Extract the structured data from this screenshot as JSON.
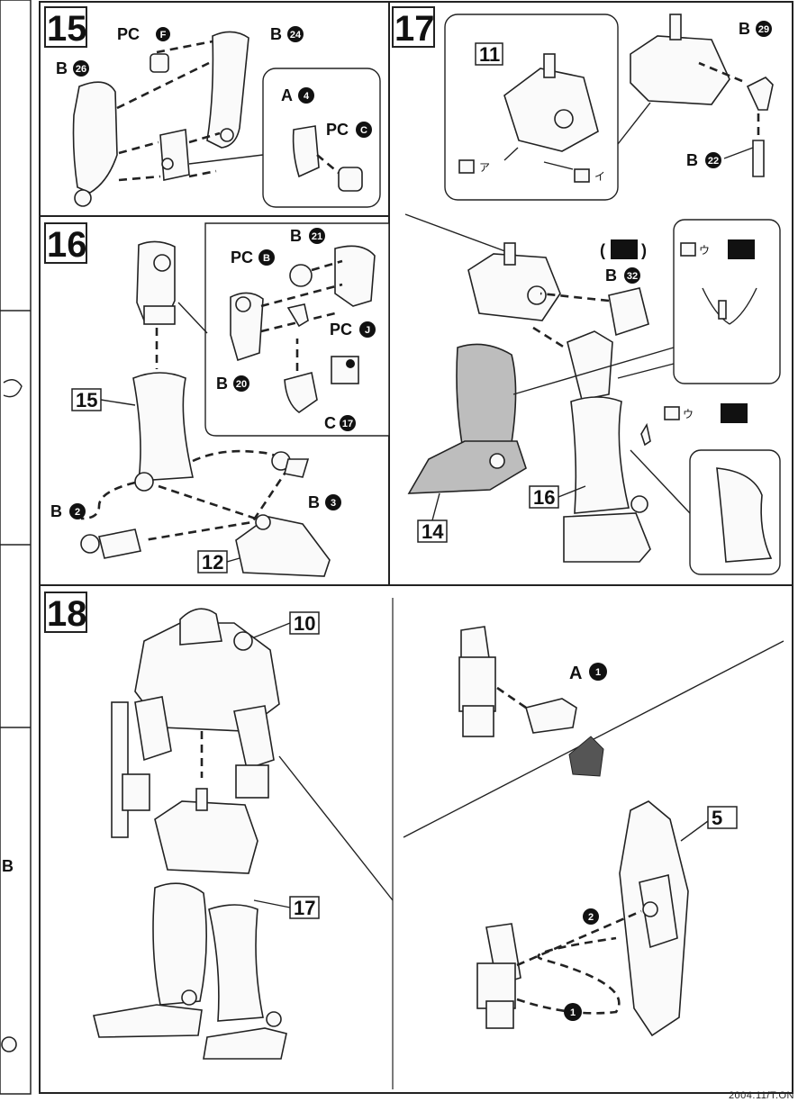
{
  "steps": [
    {
      "number": "15",
      "parts": [
        {
          "letter": "PC",
          "badge": "F"
        },
        {
          "letter": "B",
          "badge": "24"
        },
        {
          "letter": "B",
          "badge": "26"
        },
        {
          "letter": "A",
          "badge": "4"
        },
        {
          "letter": "PC",
          "badge": "C"
        }
      ]
    },
    {
      "number": "16",
      "parts": [
        {
          "letter": "B",
          "badge": "21"
        },
        {
          "letter": "PC",
          "badge": "B"
        },
        {
          "letter": "PC",
          "badge": "J"
        },
        {
          "letter": "B",
          "badge": "20"
        },
        {
          "letter": "C",
          "badge": "17"
        },
        {
          "letter": "B",
          "badge": "2"
        },
        {
          "letter": "B",
          "badge": "3"
        }
      ],
      "refs": [
        "15",
        "12"
      ]
    },
    {
      "number": "17",
      "parts": [
        {
          "letter": "B",
          "badge": "29"
        },
        {
          "letter": "B",
          "badge": "22"
        },
        {
          "letter": "B",
          "badge": "32"
        }
      ],
      "refs": [
        "11",
        "14",
        "16"
      ],
      "seal_marks": [
        "ア",
        "イ",
        "ウ",
        "ウ"
      ],
      "seal_paren_open": "(",
      "seal_paren_close": ")"
    },
    {
      "number": "18",
      "parts": [
        {
          "letter": "A",
          "badge": "1"
        }
      ],
      "refs": [
        "10",
        "17",
        "5"
      ],
      "order": [
        "2",
        "1"
      ]
    }
  ],
  "left_edge": {
    "fragment_letter": "B"
  },
  "footer": {
    "text": "2004.11/T.ON"
  },
  "colors": {
    "ink": "#111111",
    "shade": "#bdbdbd",
    "paper": "#ffffff"
  }
}
